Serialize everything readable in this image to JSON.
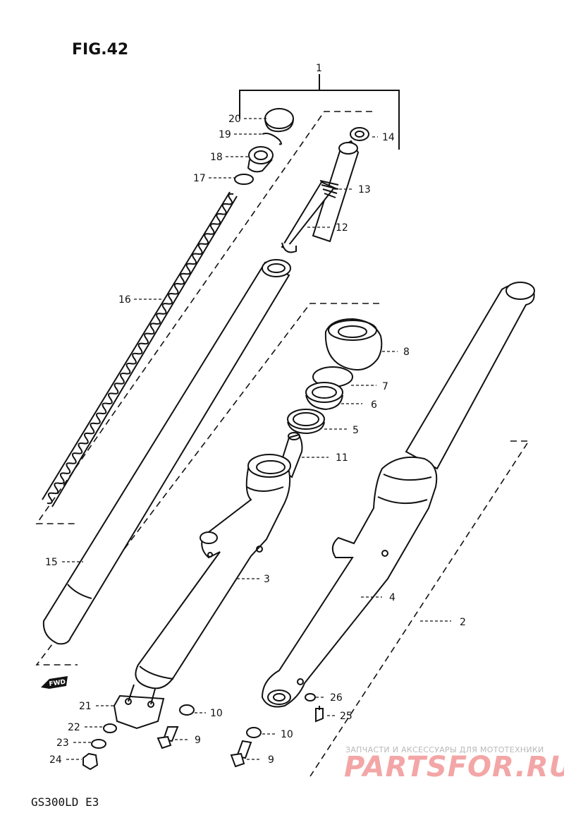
{
  "figure": {
    "title": "FIG.42",
    "model": "GS300LD  E3",
    "fwd_label": "FWD"
  },
  "watermark": {
    "top": "ЗАПЧАСТИ И АКСЕССУАРЫ ДЛЯ МОТОТЕХНИКИ",
    "main": "PARTSFOR.RU"
  },
  "callouts": [
    "1",
    "2",
    "3",
    "4",
    "5",
    "6",
    "7",
    "8",
    "9",
    "9",
    "10",
    "10",
    "11",
    "12",
    "13",
    "14",
    "15",
    "16",
    "17",
    "18",
    "19",
    "20",
    "21",
    "22",
    "23",
    "24",
    "25",
    "26"
  ]
}
